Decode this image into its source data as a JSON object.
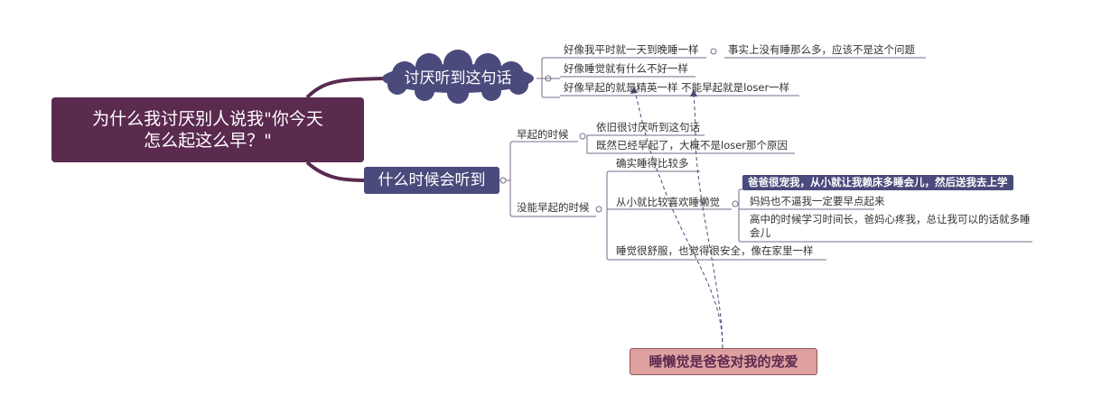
{
  "root": {
    "line1": "为什么我讨厌别人说我\"你今天",
    "line2": "怎么起这么早？\""
  },
  "branch1": {
    "label": "讨厌听到这句话",
    "children": [
      {
        "label": "好像我平时就一天到晚睡一样",
        "note": "事实上没有睡那么多，应该不是这个问题"
      },
      {
        "label": "好像睡觉就有什么不好一样"
      },
      {
        "label": "好像早起的就是精英一样 不能早起就是loser一样"
      }
    ]
  },
  "branch2": {
    "label": "什么时候会听到",
    "early": {
      "label": "早起的时候",
      "children": [
        "依旧很讨厌听到这句话",
        "既然已经早起了，大概不是loser那个原因"
      ]
    },
    "late": {
      "label": "没能早起的时候",
      "children": {
        "c1": "确实睡得比较多",
        "c2": {
          "label": "从小就比较喜欢睡懒觉",
          "children": [
            "爸爸很宠我，从小就让我赖床多睡会儿，然后送我去上学",
            "妈妈也不逼我一定要早点起来",
            "高中的时候学习时间长，爸妈心疼我，总让我可以的话就多睡会儿"
          ]
        },
        "c3": "睡觉很舒服，也觉得很安全，像在家里一样"
      }
    }
  },
  "callout": "睡懒觉是爸爸对我的宠爱",
  "colors": {
    "root": "#5b2a4f",
    "cloud": "#4a4a7c",
    "branch2": "#4a4a7c",
    "callout": "#dfa0a0",
    "line": "#7a6a8a"
  }
}
